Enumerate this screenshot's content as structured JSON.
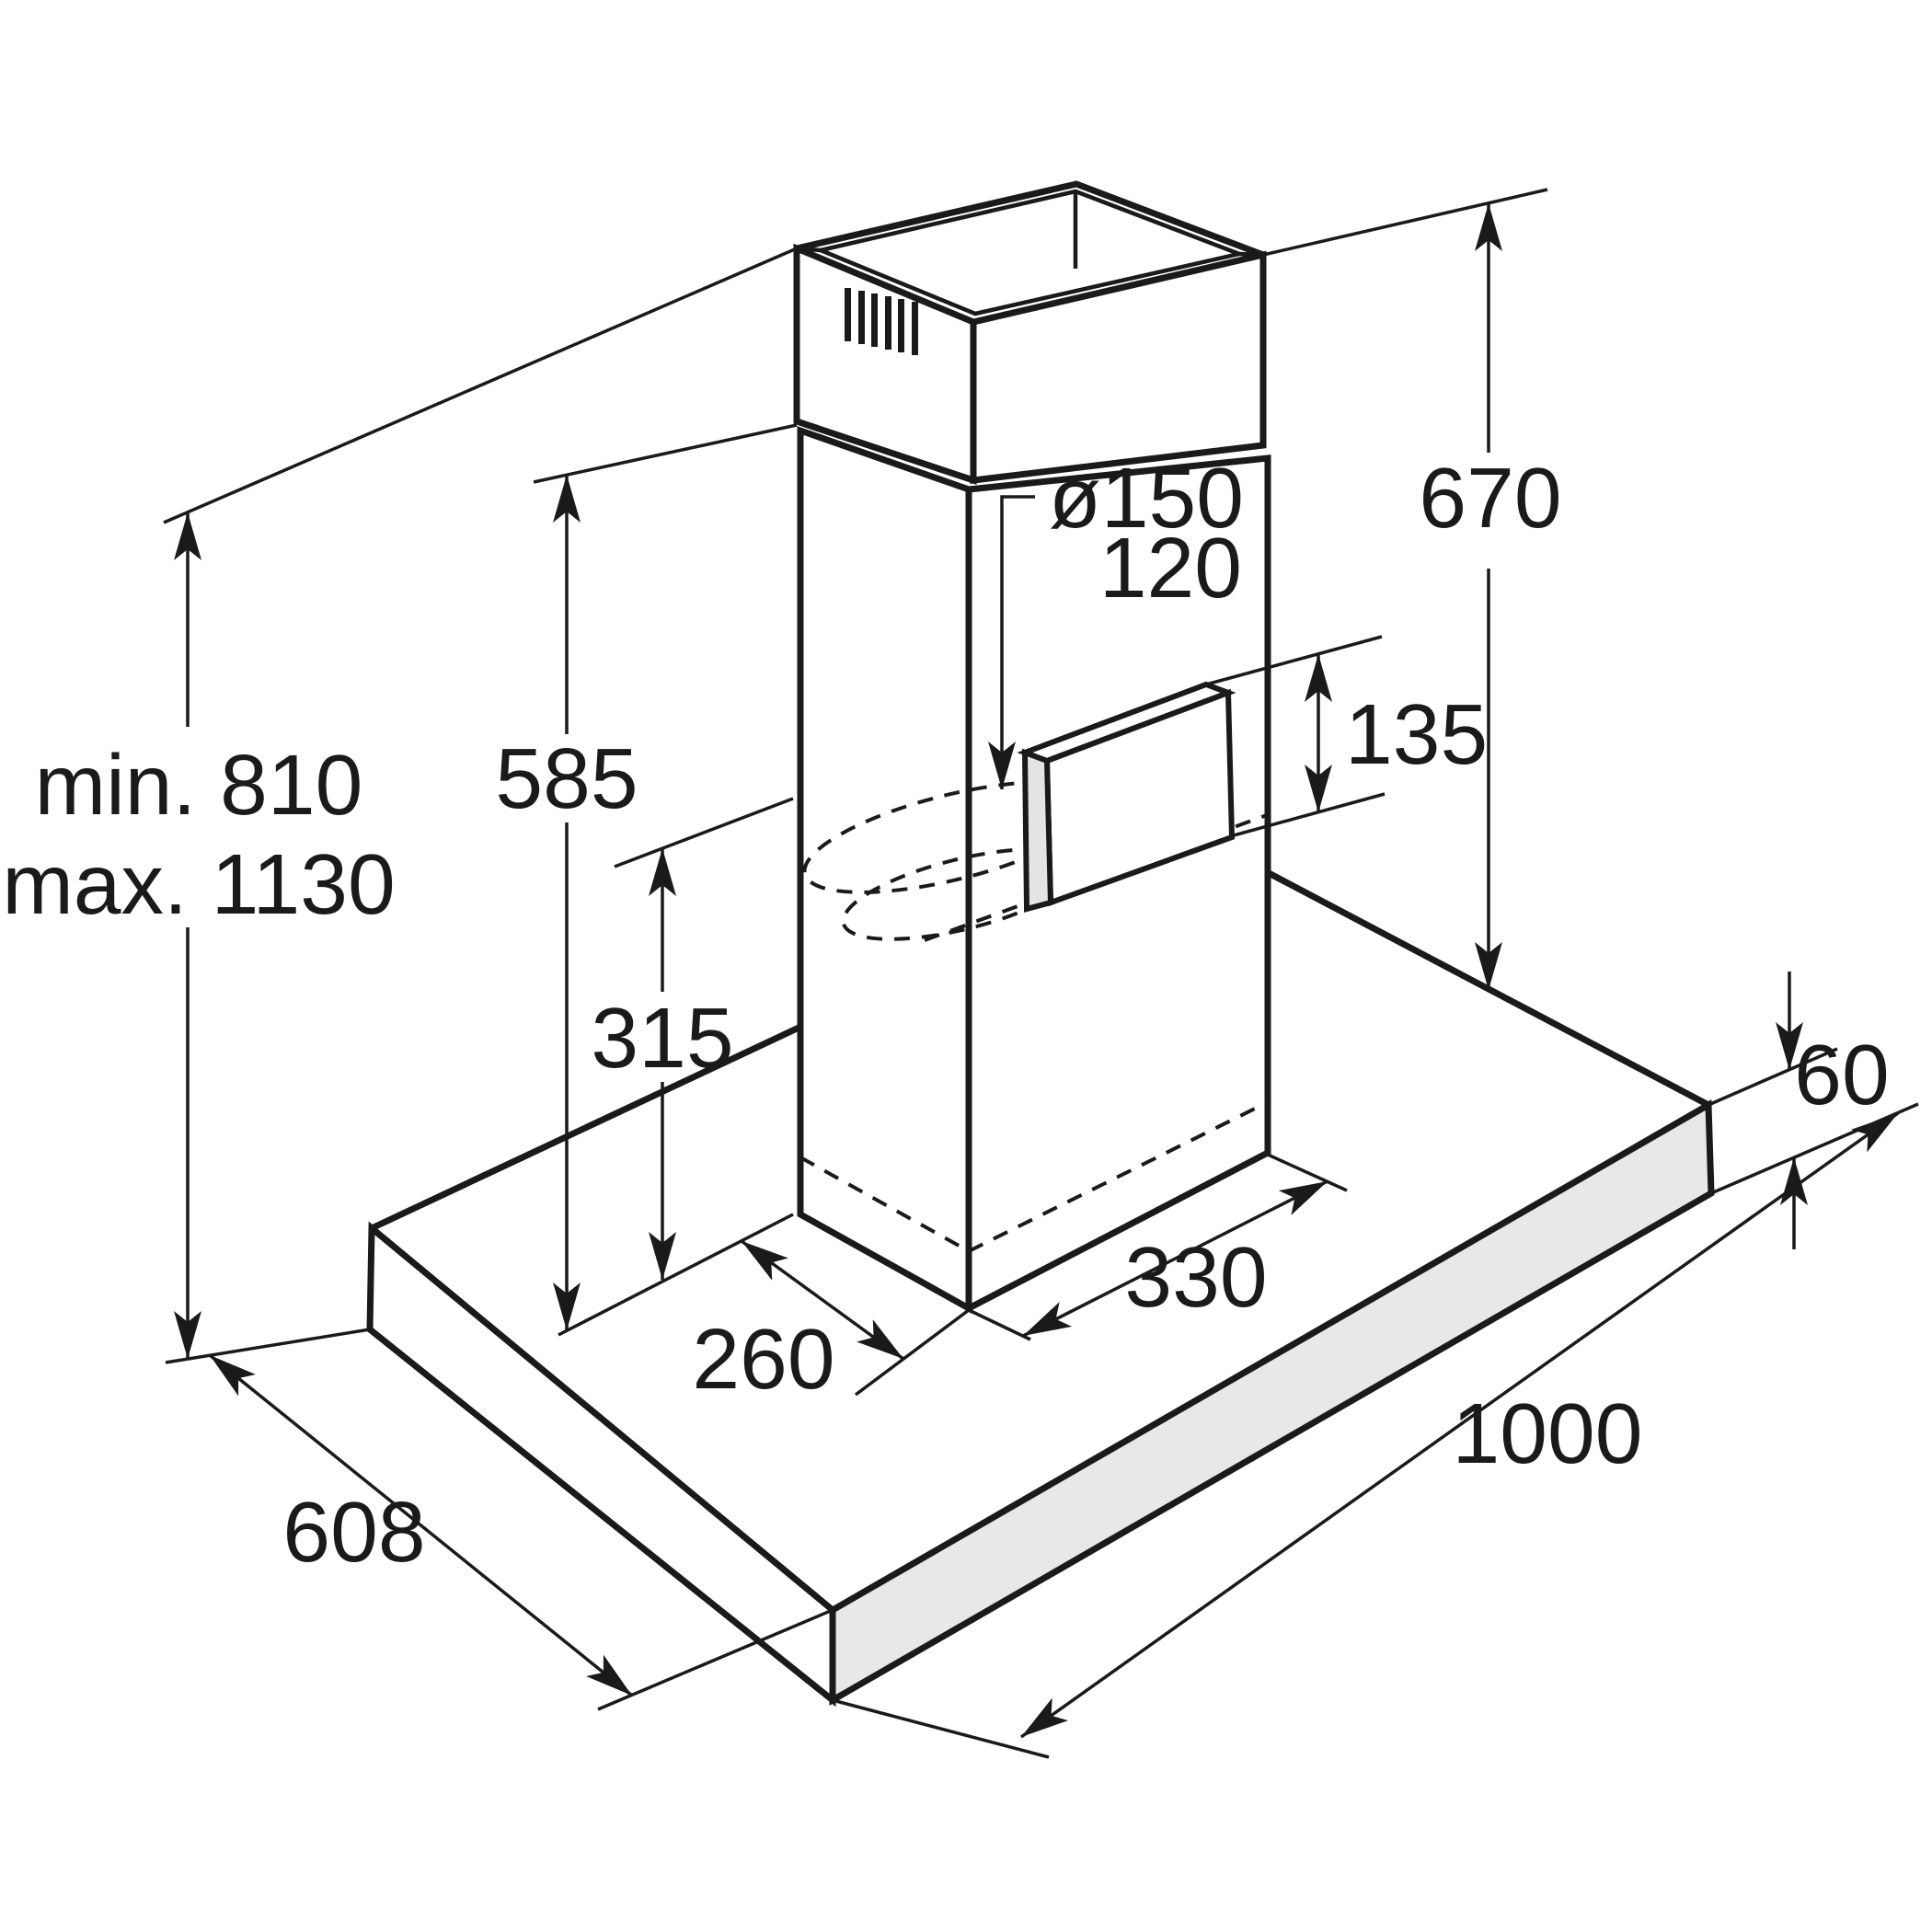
{
  "diagram": {
    "subject": "Chimney cooker hood installation drawing with dimensions in mm",
    "labels": {
      "height_min": "min. 810",
      "height_max": "max. 1130",
      "chimney_visible_height": "585",
      "duct_plane_height": "315",
      "chimney_base_depth": "260",
      "body_depth": "608",
      "duct_diameter_large": "ø150",
      "duct_diameter_small": "120",
      "outlet_height": "135",
      "chimney_total_height": "670",
      "body_front_height": "60",
      "chimney_base_width": "330",
      "body_width": "1000"
    },
    "colors": {
      "line": "#1a1a1a",
      "panel_shade": "#e8e8e8",
      "spigot_shade": "#e4e4e4",
      "background": "#ffffff"
    }
  }
}
